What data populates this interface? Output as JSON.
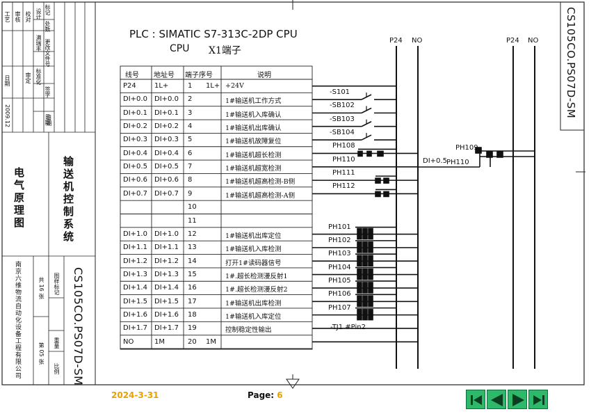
{
  "title_block": {
    "rev_headers": [
      "标记",
      "处数",
      "更改文件号",
      "签字",
      "日期"
    ],
    "role_labels": [
      "工艺",
      "审核",
      "校对",
      "设计",
      "日期",
      "审定",
      "标准化",
      "2009.12",
      "日期"
    ],
    "drawer": "满瑞丰",
    "main_title": "电气原理图",
    "sub_title": "输送机控制系统",
    "company": "南京六维物流自动化设备工程有限公司",
    "doc_code": "CS105CO.PS07D-SM",
    "sheet_total": "共 16 张",
    "sheet_no": "第 05 张",
    "stage_mark": "图样标记",
    "weight": "重量",
    "scale": "比例"
  },
  "corner_code": "CS105CO.PS07D-SM",
  "header": {
    "line1": "PLC : SIMATIC S7-313C-2DP CPU",
    "line2_a": "CPU",
    "line2_b": "X1端子"
  },
  "table": {
    "columns": [
      "线号",
      "地址号",
      "端子序号",
      "说明"
    ],
    "rows": [
      {
        "wire": "P24",
        "addr": "1L+",
        "term": "1",
        "term2": "1L+",
        "desc": "+24V"
      },
      {
        "wire": "DI+0.0",
        "addr": "DI+0.0",
        "term": "2",
        "term2": "",
        "desc": "1#输送机工作方式"
      },
      {
        "wire": "DI+0.1",
        "addr": "DI+0.1",
        "term": "3",
        "term2": "",
        "desc": "1#输送机入库确认"
      },
      {
        "wire": "DI+0.2",
        "addr": "DI+0.2",
        "term": "4",
        "term2": "",
        "desc": "1#输送机出库确认"
      },
      {
        "wire": "DI+0.3",
        "addr": "DI+0.3",
        "term": "5",
        "term2": "",
        "desc": "1#输送机故障复位"
      },
      {
        "wire": "DI+0.4",
        "addr": "DI+0.4",
        "term": "6",
        "term2": "",
        "desc": "1#输送机超长检测"
      },
      {
        "wire": "DI+0.5",
        "addr": "DI+0.5",
        "term": "7",
        "term2": "",
        "desc": "1#输送机超宽检测"
      },
      {
        "wire": "DI+0.6",
        "addr": "DI+0.6",
        "term": "8",
        "term2": "",
        "desc": "1#输送机超高检测-B侧"
      },
      {
        "wire": "DI+0.7",
        "addr": "DI+0.7",
        "term": "9",
        "term2": "",
        "desc": "1#输送机超高检测-A侧"
      },
      {
        "wire": "",
        "addr": "",
        "term": "10",
        "term2": "",
        "desc": ""
      },
      {
        "wire": "",
        "addr": "",
        "term": "11",
        "term2": "",
        "desc": ""
      },
      {
        "wire": "DI+1.0",
        "addr": "DI+1.0",
        "term": "12",
        "term2": "",
        "desc": "1#输送机出库定位"
      },
      {
        "wire": "DI+1.1",
        "addr": "DI+1.1",
        "term": "13",
        "term2": "",
        "desc": "1#输送机入库检测"
      },
      {
        "wire": "DI+1.2",
        "addr": "DI+1.2",
        "term": "14",
        "term2": "",
        "desc": "打开1#读码器信号"
      },
      {
        "wire": "DI+1.3",
        "addr": "DI+1.3",
        "term": "15",
        "term2": "",
        "desc": "1#.超长检测漫反射1"
      },
      {
        "wire": "DI+1.4",
        "addr": "DI+1.4",
        "term": "16",
        "term2": "",
        "desc": "1#.超长检测漫反射2"
      },
      {
        "wire": "DI+1.5",
        "addr": "DI+1.5",
        "term": "17",
        "term2": "",
        "desc": "1#输送机出库检测"
      },
      {
        "wire": "DI+1.6",
        "addr": "DI+1.6",
        "term": "18",
        "term2": "",
        "desc": "1#输送机入库定位"
      },
      {
        "wire": "DI+1.7",
        "addr": "DI+1.7",
        "term": "19",
        "term2": "",
        "desc": "控制稳定性输出"
      },
      {
        "wire": "NO",
        "addr": "1M",
        "term": "20",
        "term2": "1M",
        "desc": ""
      }
    ]
  },
  "rails": {
    "left_p24": "P24",
    "left_no": "NO",
    "right_p24": "P24",
    "right_no": "NO"
  },
  "devices": {
    "switches": [
      "-S101",
      "-SB102",
      "-SB103",
      "-SB104"
    ],
    "sensors_top": [
      "PH108",
      "PH110",
      "PH111",
      "PH112"
    ],
    "sensors_right": [
      "PH109",
      "PH110"
    ],
    "di_label": "DI+0.5",
    "sensors_bottom": [
      "PH101",
      "PH102",
      "PH103",
      "PH104",
      "PH105",
      "PH106",
      "PH107"
    ],
    "tj": "-TJ1 #Pin2"
  },
  "footer": {
    "date": "2024-3-31",
    "page_label": "Page:",
    "page_num": "6"
  },
  "nav": {
    "buttons": [
      "first",
      "prev",
      "next",
      "last"
    ],
    "color": "#2db86a"
  }
}
